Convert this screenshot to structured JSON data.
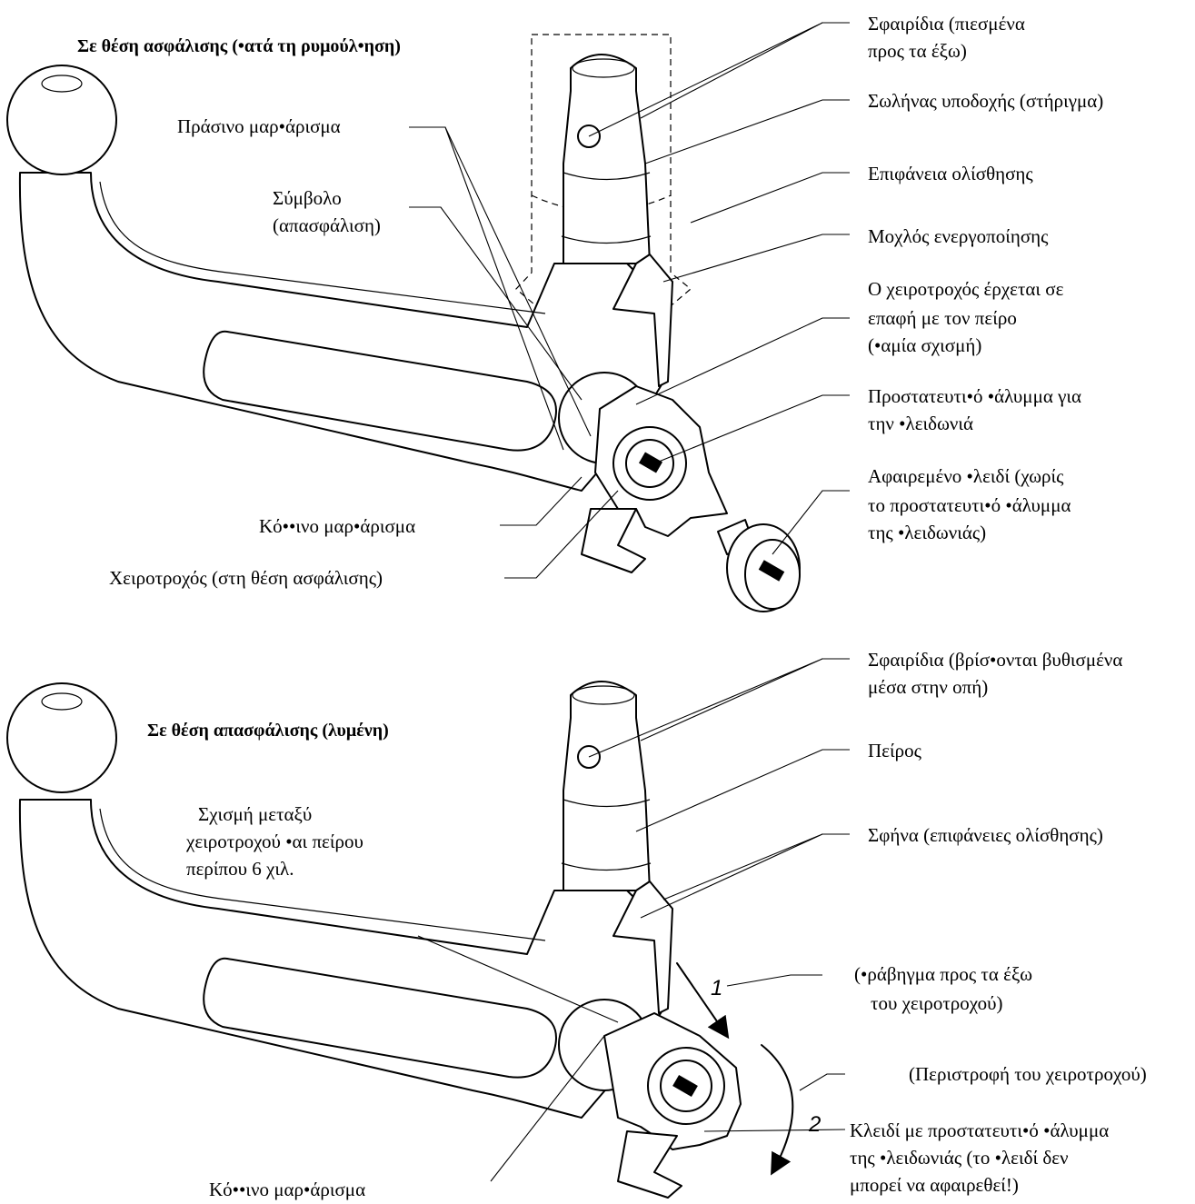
{
  "top_section": {
    "title": "Σε θέση ασφάλισης (•ατά τη ρυμούλ•ηση)",
    "labels": {
      "balls_pressed_1": "Σφαιρίδια (πιεσμένα",
      "balls_pressed_2": "προς τα έξω)",
      "receiver_tube": "Σωλήνας υποδοχής (στήριγμα)",
      "slide_surface": "Επιφάνεια ολίσθησης",
      "actuating_lever": "Μοχλός ενεργοποίησης",
      "handwheel_contacts_1": "Ο χειροτροχός έρχεται σε",
      "handwheel_contacts_2": "επαφή με τον πείρο",
      "handwheel_contacts_3": "(•αμία σχισμή)",
      "protective_cap_1": "Προστατευτι•ό •άλυμμα για",
      "protective_cap_2": "την •λειδωνιά",
      "removed_key_1": "Αφαιρεμένο •λειδί (χωρίς",
      "removed_key_2": "το προστατευτι•ό •άλυμμα",
      "removed_key_3": "της •λειδωνιάς)",
      "green_mark": "Πράσινο μαρ•άρισμα",
      "symbol_1": "Σύμβολο",
      "symbol_2": "(απασφάλιση)",
      "red_mark": "Κό••ινο μαρ•άρισμα",
      "handwheel_locked": "Χειροτροχός (στη θέση ασφάλισης)"
    }
  },
  "bottom_section": {
    "title": "Σε θέση απασφάλισης (λυμένη)",
    "labels": {
      "balls_sunk_1": "Σφαιρίδια (βρίσ•ονται βυθισμένα",
      "balls_sunk_2": "μέσα στην οπή)",
      "pin": "Πείρος",
      "wedge": "Σφήνα (επιφάνειες ολίσθησης)",
      "gap_1": "Σχισμή μεταξύ",
      "gap_2": "χειροτροχού •αι πείρου",
      "gap_3": "περίπου 6 χιλ.",
      "pull_out_1": "(•ράβηγμα προς τα έξω",
      "pull_out_2": "του χειροτροχού)",
      "rotate": "(Περιστροφή του χειροτροχού)",
      "key_cap_1": "Κλειδί με προστατευτι•ό •άλυμμα",
      "key_cap_2": "της •λειδωνιάς (το •λειδί δεν",
      "key_cap_3": "μπορεί να αφαιρεθεί!)",
      "red_mark": "Κό••ινο μαρ•άρισμα",
      "step_1": "1",
      "step_2": "2"
    }
  }
}
